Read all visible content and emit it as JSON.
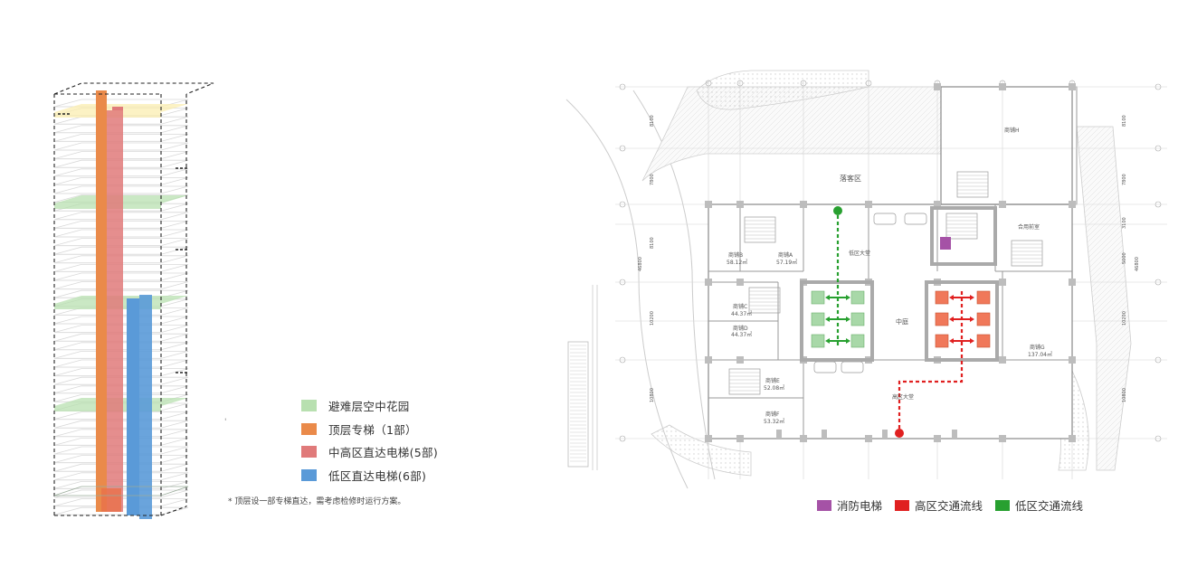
{
  "colors": {
    "refuge": "#b8e0b0",
    "top_elevator": "#ea8a4a",
    "mid_high_elevator": "#e07a7a",
    "low_elevator": "#5a9ad8",
    "fire_elevator": "#a552a6",
    "high_flow": "#e02020",
    "low_flow": "#28a030"
  },
  "legend_left": [
    {
      "key": "refuge",
      "label": "避难层空中花园",
      "color": "#b8e0b0"
    },
    {
      "key": "top",
      "label": "顶层专梯（1部）",
      "color": "#ea8a4a"
    },
    {
      "key": "midhigh",
      "label": "中高区直达电梯(5部)",
      "color": "#e07a7a"
    },
    {
      "key": "low",
      "label": "低区直达电梯(6部)",
      "color": "#5a9ad8"
    }
  ],
  "note": "* 顶层设一部专梯直达，需考虑检修时运行方案。",
  "stray_mark": "'",
  "legend_right": [
    {
      "key": "fire",
      "label": "消防电梯",
      "color": "#a552a6"
    },
    {
      "key": "high",
      "label": "高区交通流线",
      "color": "#e02020"
    },
    {
      "key": "lowflow",
      "label": "低区交通流线",
      "color": "#28a030"
    }
  ],
  "plan": {
    "drop_off": "落客区",
    "shop_h": "商铺H",
    "shop_b": "商铺B",
    "shop_b_area": "58.12㎡",
    "shop_a": "商铺A",
    "shop_a_area": "57.19㎡",
    "shop_c": "商铺C",
    "shop_c_area": "44.37㎡",
    "shop_d": "商铺D",
    "shop_d_area": "44.37㎡",
    "shop_e": "商铺E",
    "shop_e_area": "52.08㎡",
    "shop_f": "商铺F",
    "shop_f_area": "53.32㎡",
    "shop_g": "商铺G",
    "shop_g_area": "137.04㎡",
    "low_lobby": "低区大堂",
    "high_lobby": "高区大堂",
    "atrium": "中庭",
    "front_desk": "合用前室",
    "dim_left": [
      "8100",
      "7800",
      "8100",
      "46800",
      "10200",
      "10800"
    ],
    "dim_right": [
      "8100",
      "7800",
      "3100",
      "5000",
      "46800",
      "10200",
      "10800"
    ]
  }
}
